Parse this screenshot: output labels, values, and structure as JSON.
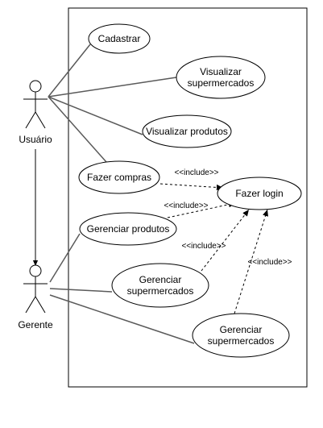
{
  "diagram": {
    "actors": [
      {
        "id": "usuario",
        "label": "Usuário"
      },
      {
        "id": "gerente",
        "label": "Gerente"
      }
    ],
    "use_cases": [
      {
        "id": "cadastrar",
        "lines": [
          "Cadastrar"
        ]
      },
      {
        "id": "visualizar-supermercados",
        "lines": [
          "Visualizar",
          "supermercados"
        ]
      },
      {
        "id": "visualizar-produtos",
        "lines": [
          "Visualizar produtos"
        ]
      },
      {
        "id": "fazer-compras",
        "lines": [
          "Fazer compras"
        ]
      },
      {
        "id": "fazer-login",
        "lines": [
          "Fazer login"
        ]
      },
      {
        "id": "gerenciar-produtos",
        "lines": [
          "Gerenciar produtos"
        ]
      },
      {
        "id": "gerenciar-supermercados-1",
        "lines": [
          "Gerenciar",
          "supermercados"
        ]
      },
      {
        "id": "gerenciar-supermercados-2",
        "lines": [
          "Gerenciar",
          "supermercados"
        ]
      }
    ],
    "associations": [
      {
        "from": "usuario",
        "to": "cadastrar"
      },
      {
        "from": "usuario",
        "to": "visualizar-supermercados"
      },
      {
        "from": "usuario",
        "to": "visualizar-produtos"
      },
      {
        "from": "usuario",
        "to": "fazer-compras"
      },
      {
        "from": "gerente",
        "to": "gerenciar-produtos"
      },
      {
        "from": "gerente",
        "to": "gerenciar-supermercados-1"
      },
      {
        "from": "gerente",
        "to": "gerenciar-supermercados-2"
      }
    ],
    "generalization": {
      "from": "usuario",
      "to": "gerente"
    },
    "includes": [
      {
        "from": "fazer-compras",
        "to": "fazer-login",
        "label": "<<include>>"
      },
      {
        "from": "gerenciar-produtos",
        "to": "fazer-login",
        "label": "<<include>>"
      },
      {
        "from": "gerenciar-supermercados-1",
        "to": "fazer-login",
        "label": "<<include>>"
      },
      {
        "from": "gerenciar-supermercados-2",
        "to": "fazer-login",
        "label": "<<include>>"
      }
    ]
  }
}
